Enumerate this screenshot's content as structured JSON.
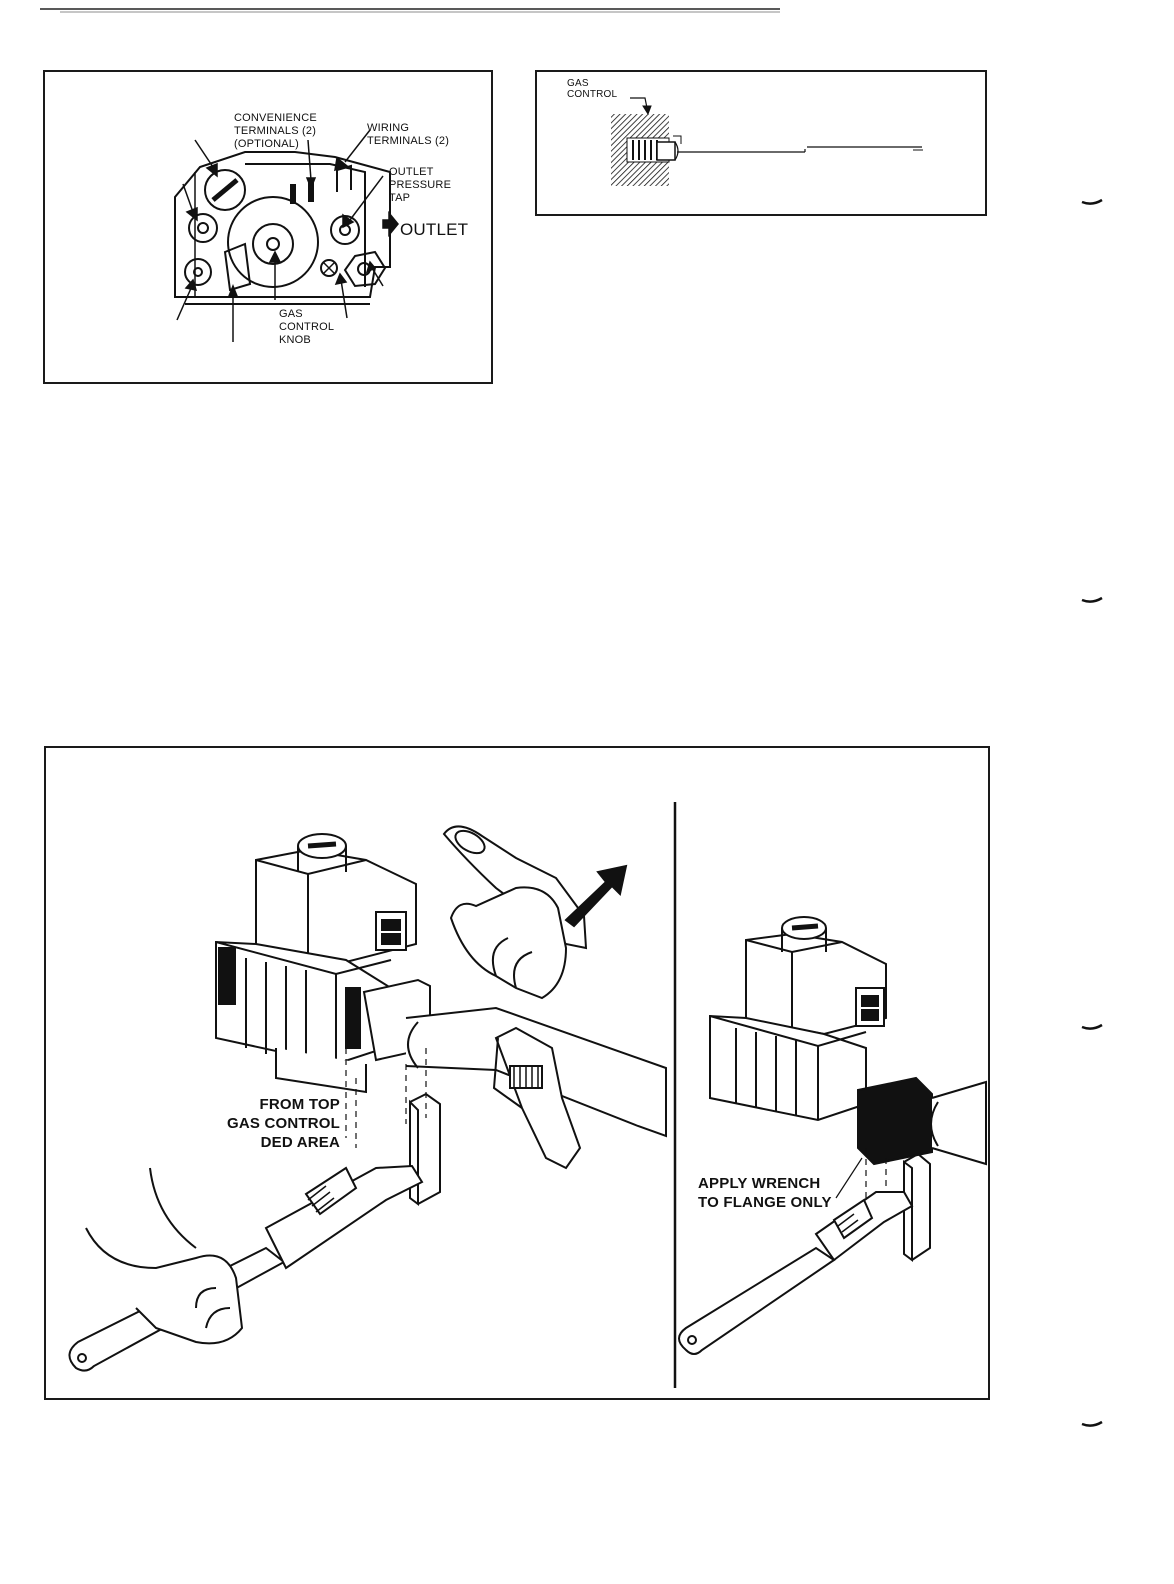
{
  "fig_top_left": {
    "labels": {
      "convenience_terminals": "CONVENIENCE\nTERMINALS (2)\n(OPTIONAL)",
      "wiring_terminals": "WIRING\nTERMINALS (2)",
      "outlet_pressure_tap": "OUTLET\nPRESSURE\nTAP",
      "outlet": "OUTLET",
      "gas_control_knob": "GAS\nCONTROL\nKNOB"
    }
  },
  "fig_top_right": {
    "labels": {
      "gas_control": "GAS\nCONTROL"
    }
  },
  "fig_bottom": {
    "labels": {
      "from_top": "FROM TOP\nGAS CONTROL\nDED AREA",
      "apply_wrench": "APPLY WRENCH\nTO FLANGE ONLY"
    }
  },
  "colors": {
    "ink": "#111111",
    "frame": "#1a1a1a",
    "paper": "#ffffff"
  }
}
